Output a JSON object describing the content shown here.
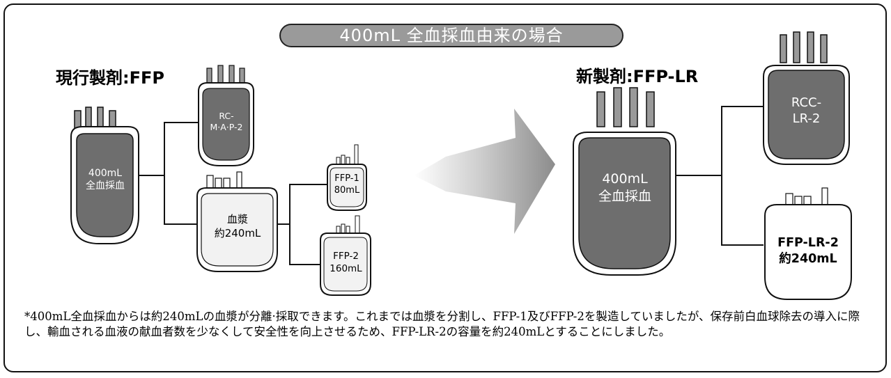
{
  "title": "400mL 全血採血由来の場合",
  "current": {
    "heading": "現行製剤:FFP",
    "bags": {
      "whole_blood": "400mL\n全血採血",
      "rc_map": "RC-\nM·A·P-2",
      "plasma": "血漿\n約240mL",
      "ffp1": "FFP-1\n80mL",
      "ffp2": "FFP-2\n160mL"
    }
  },
  "new": {
    "heading": "新製剤:FFP-LR",
    "bags": {
      "whole_blood": "400mL\n全血採血",
      "rcc_lr": "RCC-\nLR-2",
      "ffp_lr": "FFP-LR-2\n約240mL"
    }
  },
  "footnote": "*400mL全血採血からは約240mLの血漿が分離·採取できます。これまでは血漿を分割し、FFP-1及びFFP-2を製造していましたが、保存前白血球除去の導入に際し、輸血される血液の献血者数を少なくして安全性を向上させるため、FFP-LR-2の容量を約240mLとすることにしました。",
  "colors": {
    "dark_bag": "#6e6e6e",
    "light_bag": "#f4f4f4",
    "pill": "#9a9a9a",
    "arrow": "#9c9c9c"
  }
}
